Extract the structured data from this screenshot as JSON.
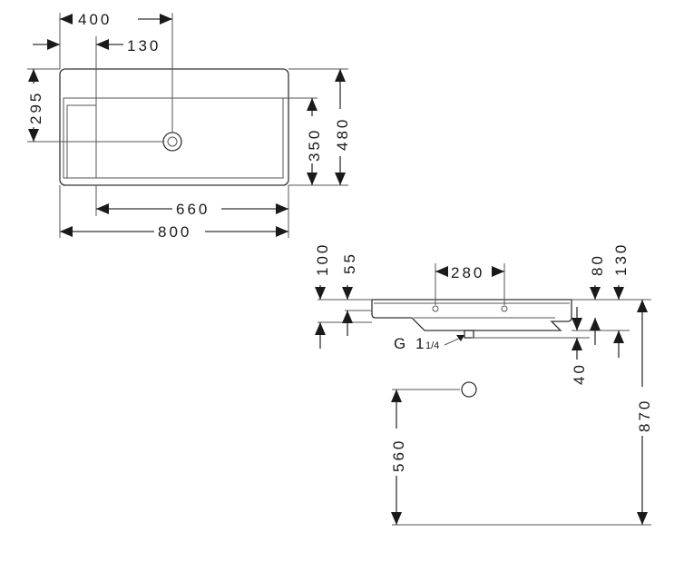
{
  "plan_view": {
    "dim_400": "400",
    "dim_130": "130",
    "dim_295": "295",
    "dim_350": "350",
    "dim_480": "480",
    "dim_660": "660",
    "dim_800": "800"
  },
  "side_view": {
    "dim_100": "100",
    "dim_55": "55",
    "dim_280": "280",
    "dim_80": "80",
    "dim_130": "130",
    "dim_40": "40",
    "dim_870": "870",
    "dim_560": "560",
    "thread_label_main": "G 1",
    "thread_label_frac": "1/4"
  },
  "colors": {
    "line": "#333333",
    "background": "#ffffff"
  }
}
